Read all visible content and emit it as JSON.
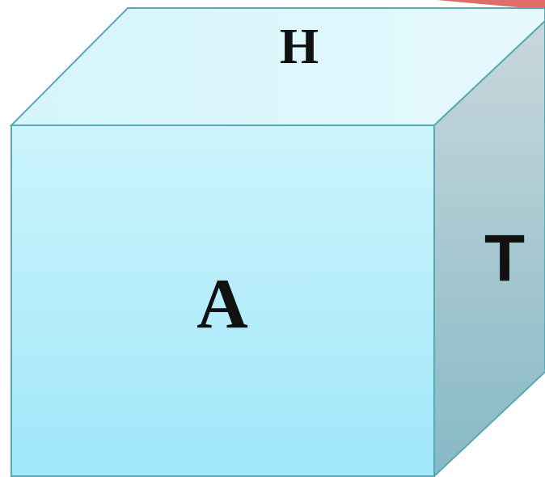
{
  "labels": {
    "top": "H",
    "front": "A",
    "side": "T"
  },
  "colors": {
    "front_top": "#cdf4fc",
    "front_bottom": "#9fe7f9",
    "top_face_left": "#d3f5fc",
    "top_face_right": "#e6f9fd",
    "side_top": "#c9d7dc",
    "side_bottom": "#86b9c6",
    "edge": "#5aa8b4",
    "accent_red": "#d9534f"
  }
}
